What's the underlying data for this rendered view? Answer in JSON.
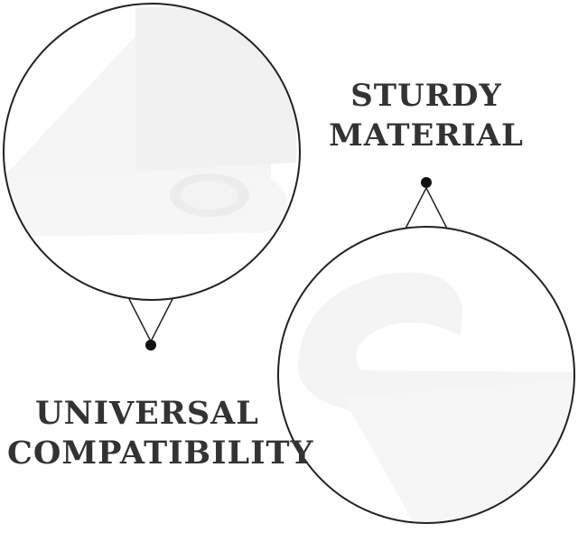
{
  "labels": {
    "top": [
      "STURDY",
      "MATERIAL"
    ],
    "bottom": [
      "UNIVERSAL",
      "COMPATIBILITY"
    ]
  },
  "colors": {
    "outline": "#222222",
    "text": "#333333",
    "product": "#f4f4f4",
    "product_shadow": "#eaeaea"
  },
  "icons": [
    "callout-pointer-dot"
  ]
}
